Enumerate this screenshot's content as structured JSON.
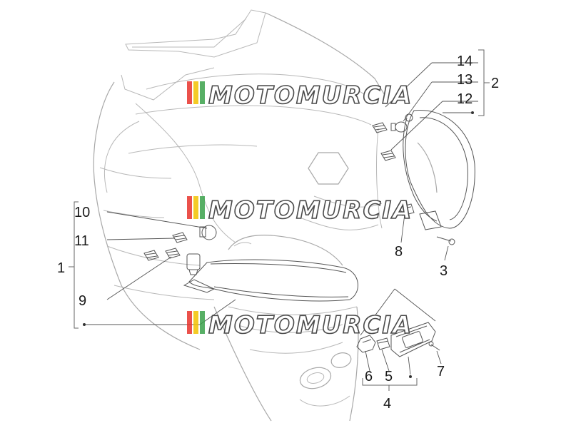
{
  "callouts": [
    {
      "id": "1",
      "label": "1"
    },
    {
      "id": "2",
      "label": "2"
    },
    {
      "id": "3",
      "label": "3"
    },
    {
      "id": "4",
      "label": "4"
    },
    {
      "id": "5",
      "label": "5"
    },
    {
      "id": "6",
      "label": "6"
    },
    {
      "id": "7",
      "label": "7"
    },
    {
      "id": "8",
      "label": "8"
    },
    {
      "id": "9",
      "label": "9"
    },
    {
      "id": "10",
      "label": "10"
    },
    {
      "id": "11",
      "label": "11"
    },
    {
      "id": "12",
      "label": "12"
    },
    {
      "id": "13",
      "label": "13"
    },
    {
      "id": "14",
      "label": "14"
    }
  ],
  "watermark": {
    "text": "MOTOMURCIA",
    "stripe_colors": [
      "#e8322c",
      "#f2c200",
      "#3aa14a"
    ]
  }
}
